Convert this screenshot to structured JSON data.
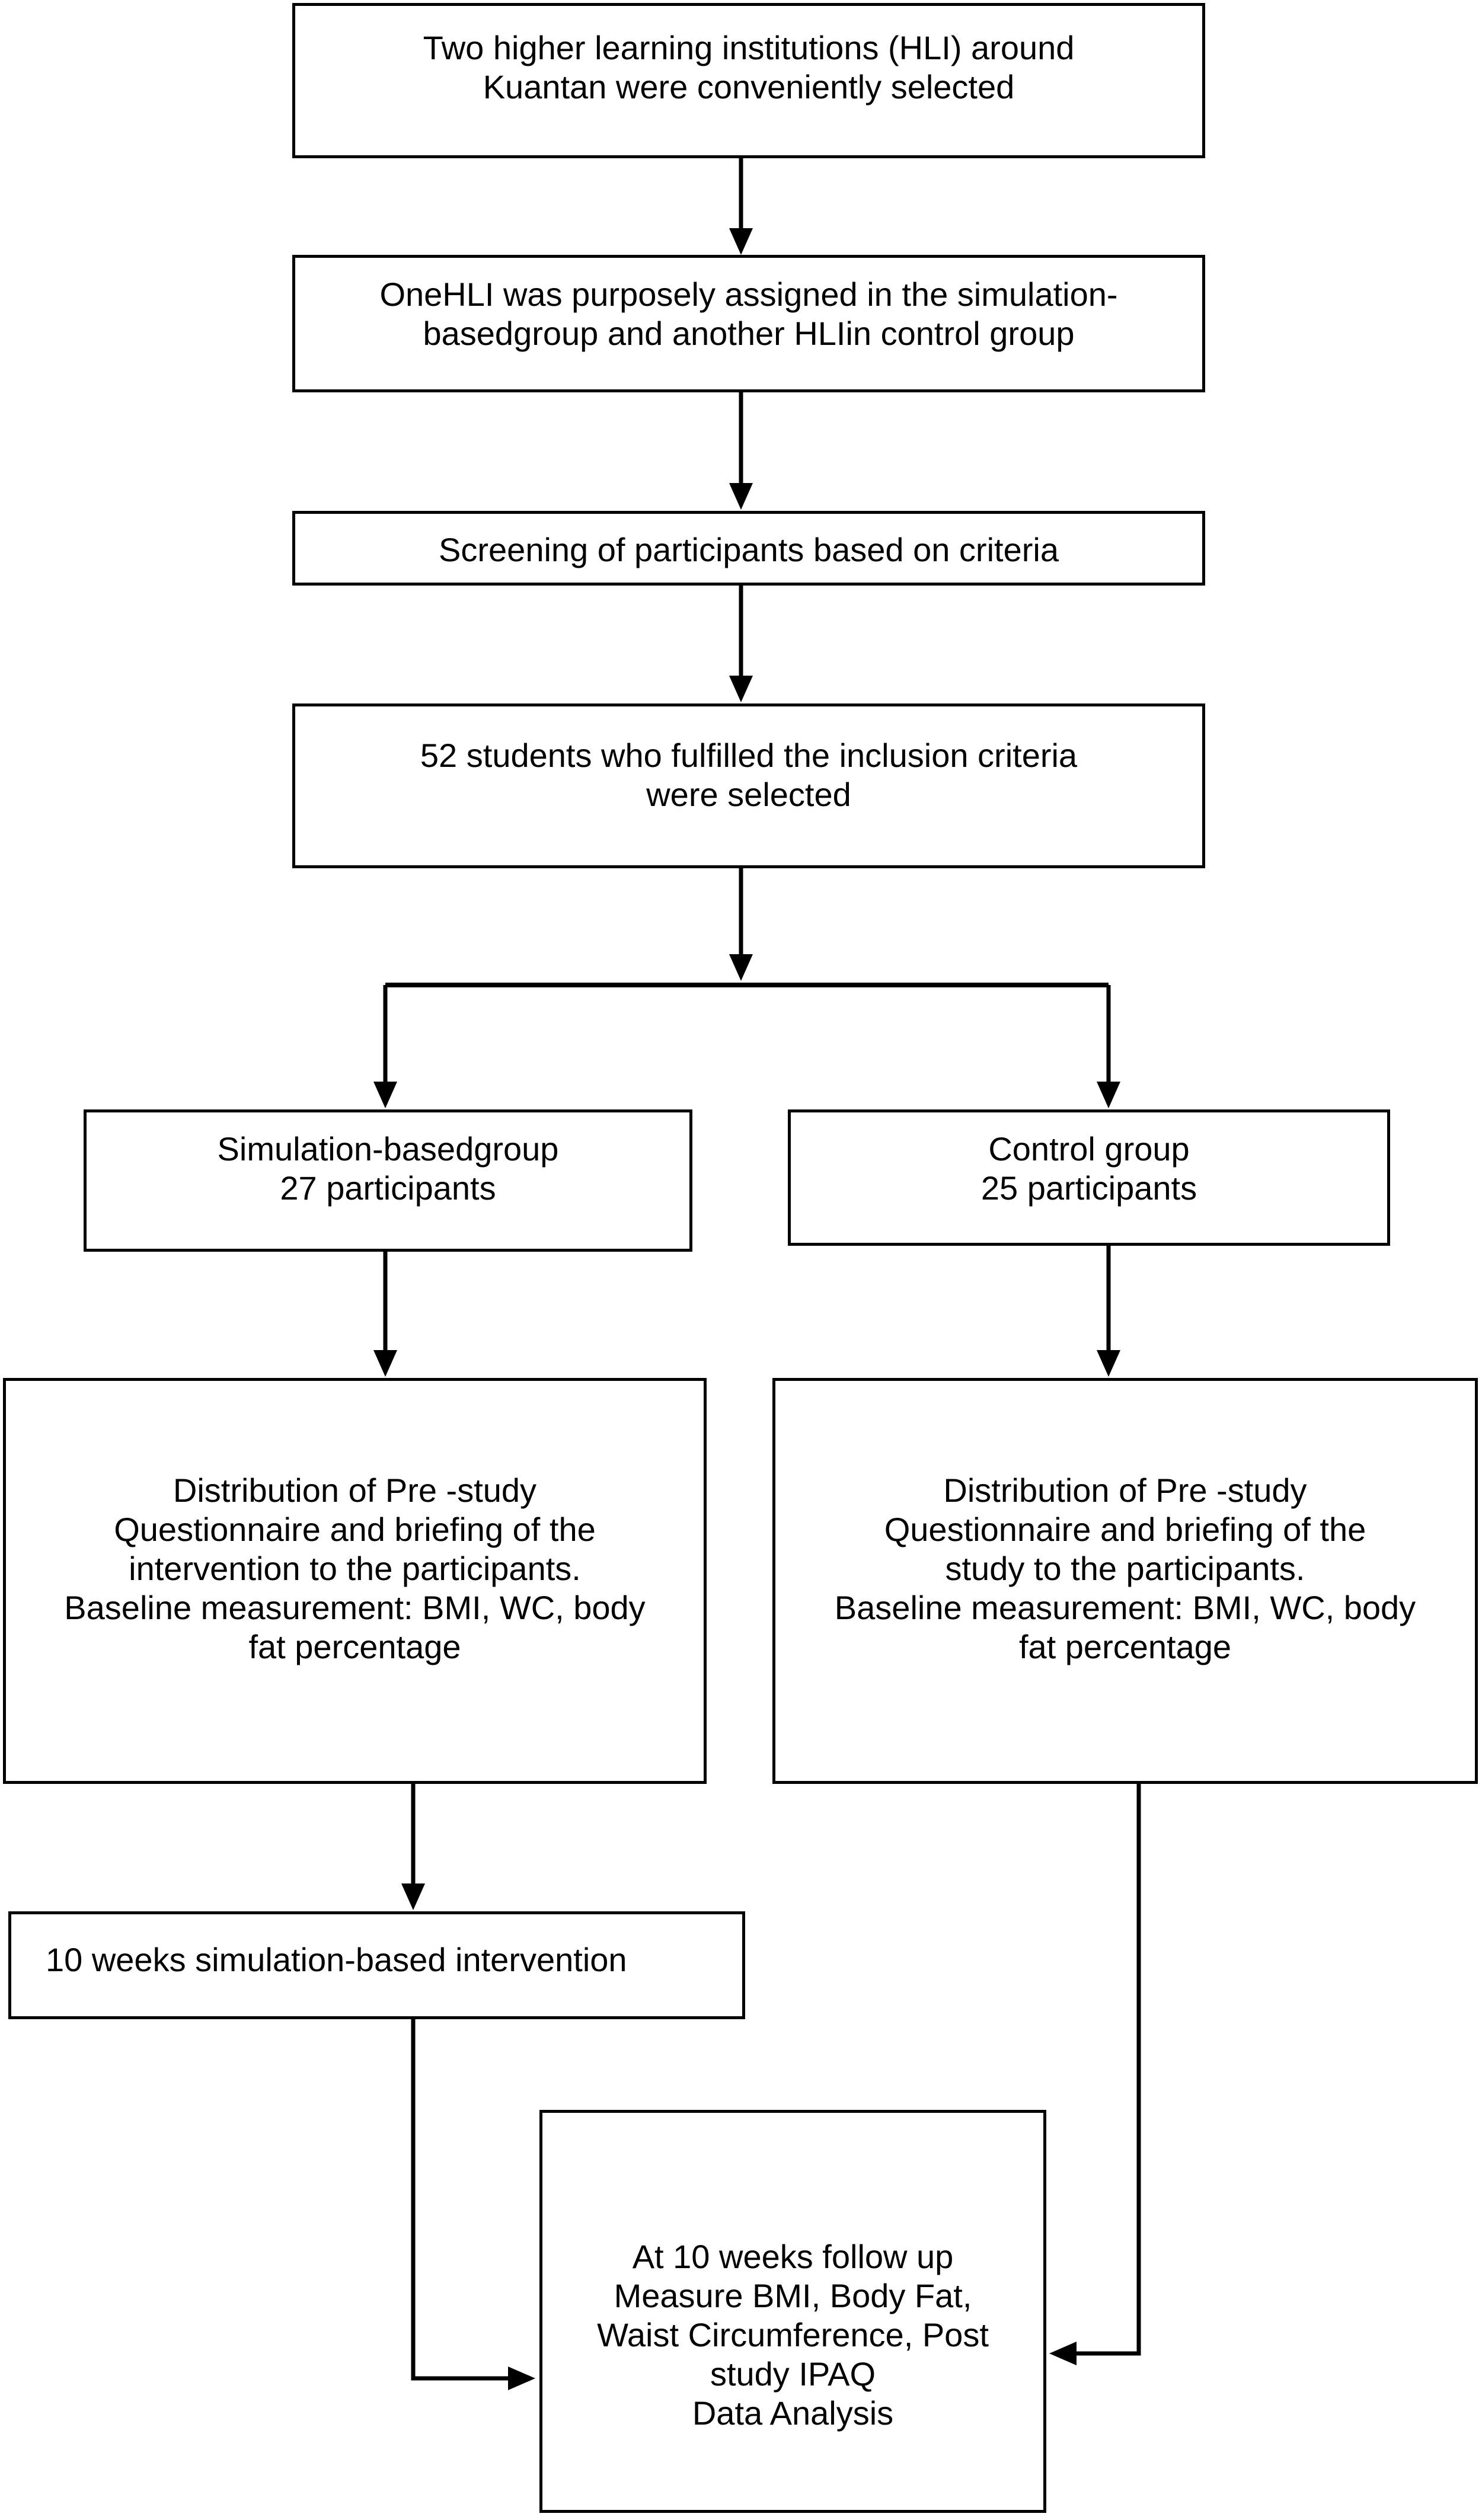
{
  "colors": {
    "ink": "#000000",
    "paper": "#ffffff"
  },
  "boxes": {
    "hli_selection": {
      "lines": [
        "Two higher learning institutions (HLI) around",
        "Kuantan were conveniently selected"
      ]
    },
    "hli_assignment": {
      "lines": [
        "OneHLI was purposely assigned in the simulation-",
        "basedgroup and another HLIin control group"
      ]
    },
    "screening": {
      "lines": [
        "Screening of participants based on criteria"
      ]
    },
    "students_selected": {
      "lines": [
        "52 students who fulfilled the inclusion criteria",
        "were selected"
      ]
    },
    "simulation_group": {
      "lines": [
        "Simulation-basedgroup",
        "27 participants"
      ]
    },
    "control_group": {
      "lines": [
        "Control group",
        "25 participants"
      ]
    },
    "simulation_baseline": {
      "lines": [
        "Distribution of Pre -study",
        "Questionnaire and briefing of the",
        "intervention to the participants.",
        "Baseline measurement: BMI, WC, body",
        "fat percentage"
      ]
    },
    "control_baseline": {
      "lines": [
        "Distribution of Pre -study",
        "Questionnaire and briefing of the",
        "study to the participants.",
        "Baseline measurement: BMI, WC, body",
        "fat percentage"
      ]
    },
    "intervention": {
      "lines": [
        "10 weeks simulation-based intervention"
      ]
    },
    "followup": {
      "lines": [
        "At 10 weeks follow up",
        "Measure BMI, Body Fat,",
        "Waist Circumference, Post",
        "study IPAQ",
        "Data Analysis"
      ]
    }
  },
  "connectors": [
    {
      "from": "hli_selection",
      "to": "hli_assignment"
    },
    {
      "from": "hli_assignment",
      "to": "screening"
    },
    {
      "from": "screening",
      "to": "students_selected"
    },
    {
      "from": "students_selected",
      "to": "branch-split"
    },
    {
      "from": "branch-split",
      "to": "simulation_group"
    },
    {
      "from": "branch-split",
      "to": "control_group"
    },
    {
      "from": "simulation_group",
      "to": "simulation_baseline"
    },
    {
      "from": "control_group",
      "to": "control_baseline"
    },
    {
      "from": "simulation_baseline",
      "to": "intervention"
    },
    {
      "from": "intervention",
      "to": "followup"
    },
    {
      "from": "control_baseline",
      "to": "followup"
    }
  ]
}
